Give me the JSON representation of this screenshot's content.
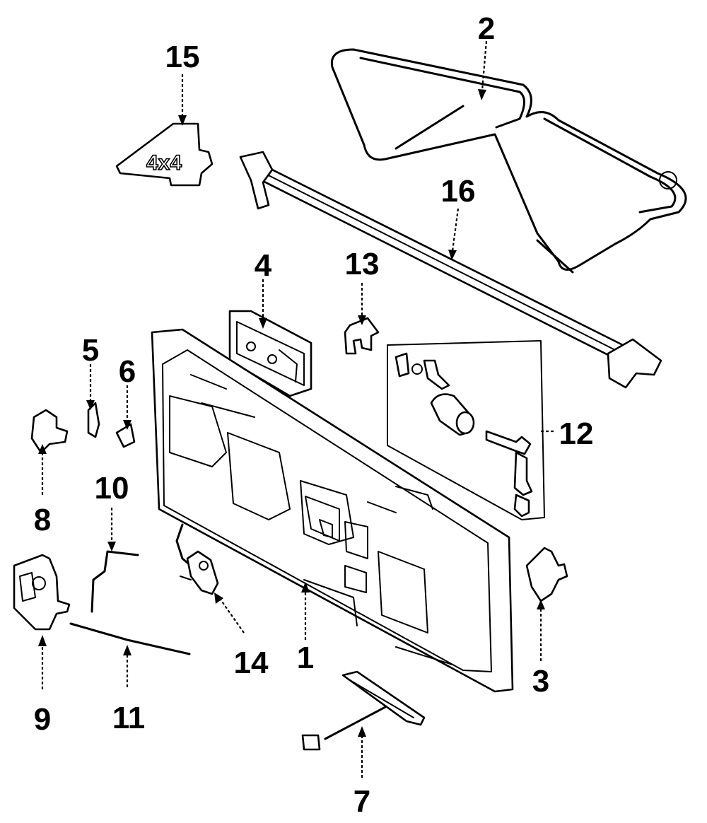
{
  "diagram": {
    "callouts": [
      {
        "id": "1",
        "label": "1"
      },
      {
        "id": "2",
        "label": "2"
      },
      {
        "id": "3",
        "label": "3"
      },
      {
        "id": "4",
        "label": "4"
      },
      {
        "id": "5",
        "label": "5"
      },
      {
        "id": "6",
        "label": "6"
      },
      {
        "id": "7",
        "label": "7"
      },
      {
        "id": "8",
        "label": "8"
      },
      {
        "id": "9",
        "label": "9"
      },
      {
        "id": "10",
        "label": "10"
      },
      {
        "id": "11",
        "label": "11"
      },
      {
        "id": "12",
        "label": "12"
      },
      {
        "id": "13",
        "label": "13"
      },
      {
        "id": "14",
        "label": "14"
      },
      {
        "id": "15",
        "label": "15"
      },
      {
        "id": "16",
        "label": "16"
      }
    ],
    "emblem": {
      "text": "4x4"
    }
  }
}
